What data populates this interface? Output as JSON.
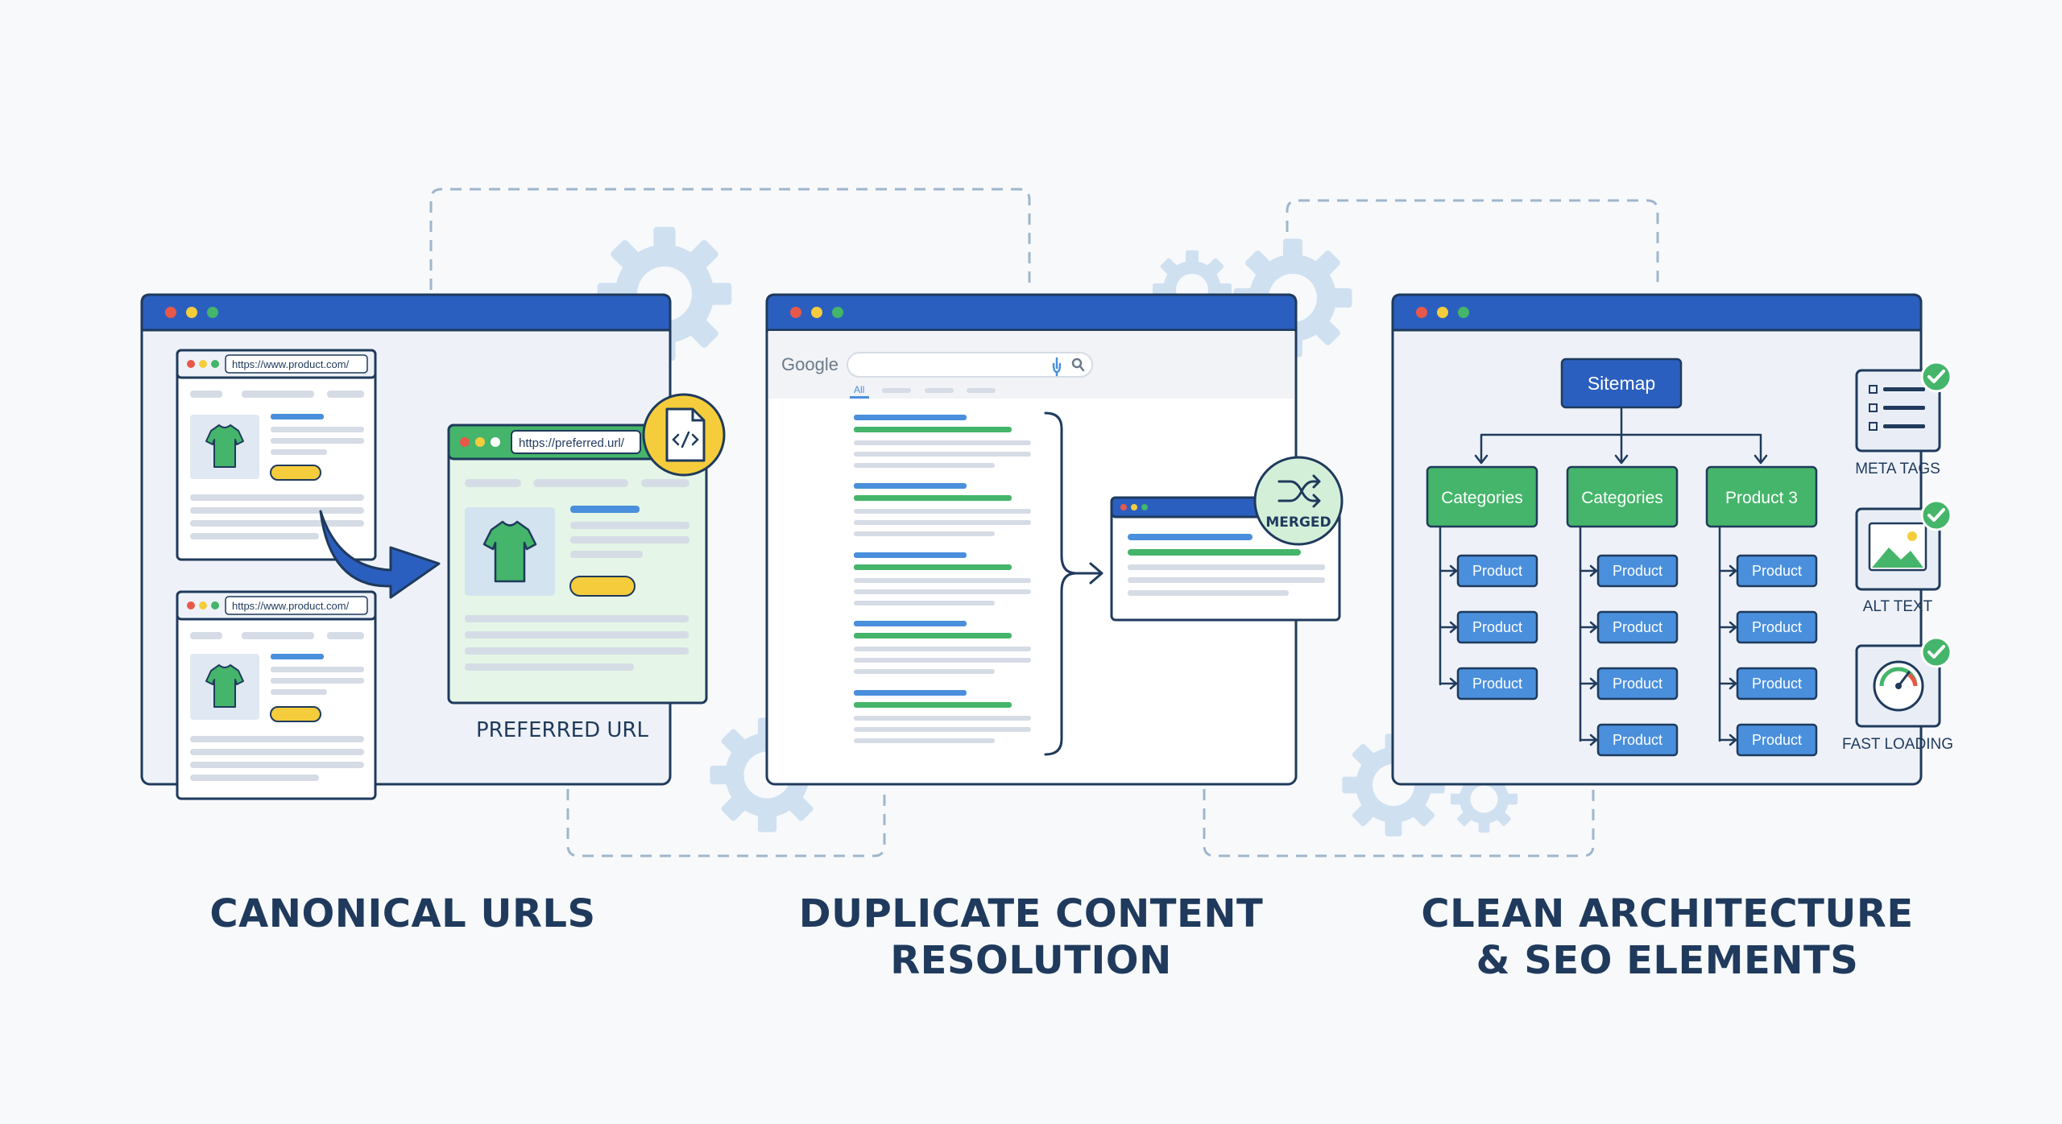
{
  "colors": {
    "navy": "#1f3a5c",
    "blue": "#2b5fbf",
    "button_blue": "#4a8fdc",
    "green": "#44b56a",
    "light_green": "#e5f5e7",
    "yellow": "#f5cd3c",
    "gear": "#cfe0f1",
    "panel_bg": "#eef2f8",
    "frame_stroke": "#1f3a5c"
  },
  "canonical": {
    "url_1": "https://www.product.com/",
    "url_2": "https://www.product.com/",
    "preferred_url": "https://preferred.url/",
    "preferred_label": "PREFERRED URL",
    "heading": [
      "CANONICAL URLS"
    ]
  },
  "duplicate": {
    "search_logo": "Google",
    "search_tab": "All",
    "merged_label": "MERGED",
    "heading": [
      "DUPLICATE CONTENT",
      "RESOLUTION"
    ]
  },
  "architecture": {
    "sitemap": "Sitemap",
    "columns": [
      {
        "label": "Categories",
        "products": [
          "Product",
          "Product",
          "Product"
        ]
      },
      {
        "label": "Categories",
        "products": [
          "Product",
          "Product",
          "Product",
          "Product"
        ]
      },
      {
        "label": "Product 3",
        "products": [
          "Product",
          "Product",
          "Product",
          "Product"
        ]
      }
    ],
    "seo_elements": [
      {
        "label": "META TAGS",
        "icon": "meta-tags-icon"
      },
      {
        "label": "ALT TEXT",
        "icon": "image-icon"
      },
      {
        "label": "FAST LOADING",
        "icon": "speedometer-icon"
      }
    ],
    "heading": [
      "CLEAN ARCHITECTURE",
      "& SEO ELEMENTS"
    ]
  }
}
